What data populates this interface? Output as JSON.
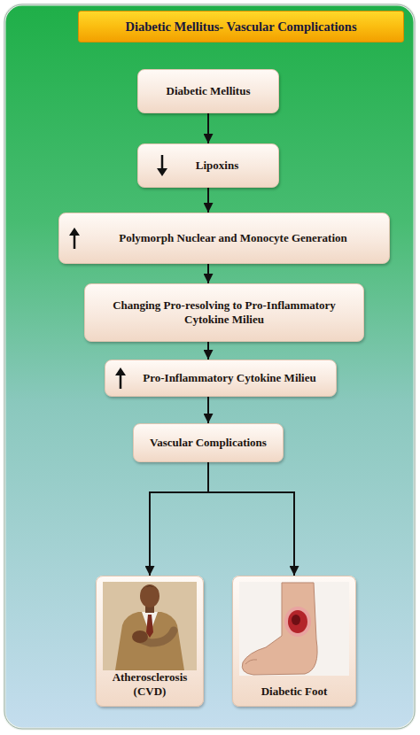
{
  "diagram": {
    "title": "Diabetic Mellitus- Vascular Complications",
    "nodes": [
      {
        "text": [
          "Diabetic Mellitus"
        ]
      },
      {
        "text": [
          "Lipoxins"
        ]
      },
      {
        "text": [
          "Polymorph Nuclear and Monocyte Generation"
        ]
      },
      {
        "text": [
          "Changing Pro-resolving to Pro-Inflammatory Cytokine Milieu"
        ]
      },
      {
        "text": [
          "Pro-Inflammatory Cytokine Milieu"
        ]
      },
      {
        "text": [
          "Vascular Complications"
        ]
      },
      {
        "text": [
          "Atherosclerosis (CVD)"
        ]
      },
      {
        "text": [
          "Diabetic Foot"
        ]
      }
    ],
    "edges": [
      {
        "from": 0,
        "to": 1,
        "arrow": "to"
      },
      {
        "from": 1,
        "to": 2,
        "arrow": "to"
      },
      {
        "from": 2,
        "to": 3,
        "arrow": "to"
      },
      {
        "from": 3,
        "to": 4,
        "arrow": "to"
      },
      {
        "from": 4,
        "to": 5,
        "arrow": "to"
      },
      {
        "from": 5,
        "to": 6,
        "arrow": "to"
      },
      {
        "from": 5,
        "to": 7,
        "arrow": "to"
      }
    ]
  }
}
